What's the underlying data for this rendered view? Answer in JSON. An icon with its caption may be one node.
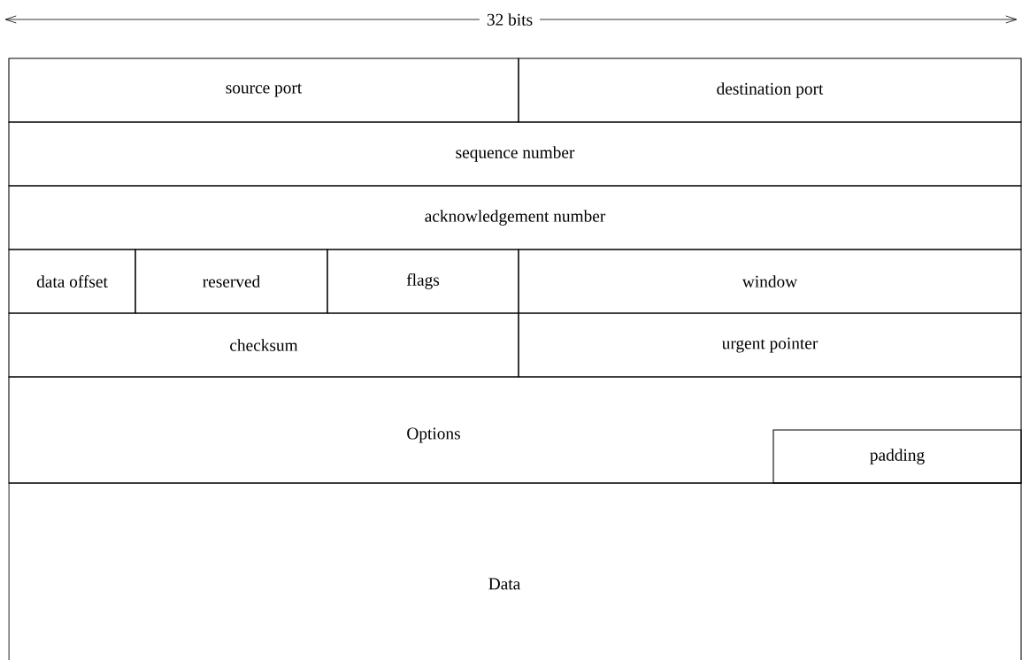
{
  "diagram": {
    "nodes": [
      {
        "text": [
          "source port"
        ]
      },
      {
        "text": [
          "destination port"
        ]
      },
      {
        "text": [
          "sequence number"
        ]
      },
      {
        "text": [
          "acknowledgement number"
        ]
      },
      {
        "text": [
          "data offset"
        ]
      },
      {
        "text": [
          "reserved"
        ]
      },
      {
        "text": [
          "flags"
        ]
      },
      {
        "text": [
          "window"
        ]
      },
      {
        "text": [
          "checksum"
        ]
      },
      {
        "text": [
          "urgent pointer"
        ]
      },
      {
        "text": [
          "Options"
        ]
      },
      {
        "text": [
          "padding"
        ],
        "in": 10
      },
      {
        "text": [
          "Data"
        ]
      }
    ],
    "labels": [
      "32 bits"
    ]
  }
}
